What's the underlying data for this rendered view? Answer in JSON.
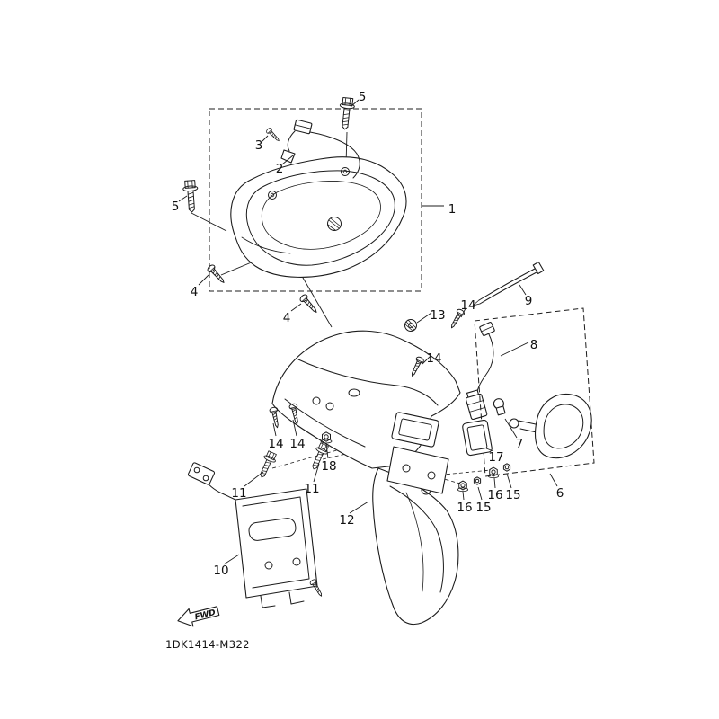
{
  "diagram": {
    "code": "1DK1414-M322",
    "fwd_label": "FWD"
  },
  "callouts": [
    {
      "label": "5"
    },
    {
      "label": "3"
    },
    {
      "label": "2"
    },
    {
      "label": "1"
    },
    {
      "label": "5"
    },
    {
      "label": "4"
    },
    {
      "label": "4"
    },
    {
      "label": "9"
    },
    {
      "label": "13"
    },
    {
      "label": "14"
    },
    {
      "label": "8"
    },
    {
      "label": "14"
    },
    {
      "label": "14"
    },
    {
      "label": "14"
    },
    {
      "label": "18"
    },
    {
      "label": "11"
    },
    {
      "label": "11"
    },
    {
      "label": "7"
    },
    {
      "label": "17"
    },
    {
      "label": "16"
    },
    {
      "label": "15"
    },
    {
      "label": "16"
    },
    {
      "label": "15"
    },
    {
      "label": "6"
    },
    {
      "label": "12"
    },
    {
      "label": "10"
    }
  ]
}
